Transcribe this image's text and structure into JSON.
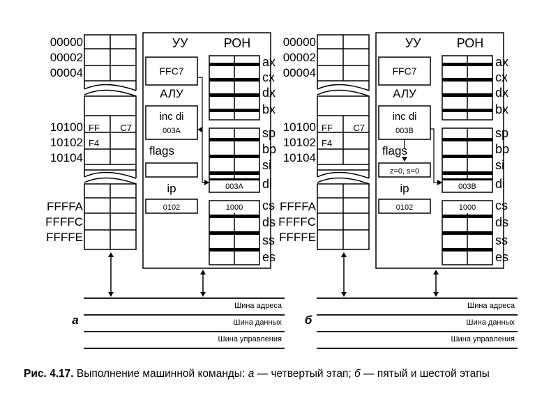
{
  "panels": [
    {
      "letter": "а",
      "addresses_top": [
        "00000",
        "00002",
        "00004"
      ],
      "addresses_mid": [
        "10100",
        "10102",
        "10104"
      ],
      "addresses_bottom": [
        "FFFFA",
        "FFFFC",
        "FFFFE"
      ],
      "cell_10100": [
        "FF",
        "C7"
      ],
      "cell_10102": [
        "F4",
        ""
      ],
      "uu_label": "УУ",
      "ron_label": "РОН",
      "uu_value": "FFC7",
      "alu_label": "АЛУ",
      "alu_instruction": "inc di",
      "alu_value": "003A",
      "flags_label": "flags",
      "flags_value": "",
      "ip_label": "ip",
      "ip_value": "0102",
      "registers": [
        "ax",
        "cx",
        "dx",
        "bx",
        "sp",
        "bp",
        "si",
        "di",
        "cs",
        "ds",
        "ss",
        "es"
      ],
      "di_value": "003A",
      "cs_value": "1000"
    },
    {
      "letter": "б",
      "addresses_top": [
        "00000",
        "00002",
        "00004"
      ],
      "addresses_mid": [
        "10100",
        "10102",
        "10104"
      ],
      "addresses_bottom": [
        "FFFFA",
        "FFFFC",
        "FFFFE"
      ],
      "cell_10100": [
        "FF",
        "C7"
      ],
      "cell_10102": [
        "F4",
        ""
      ],
      "uu_label": "УУ",
      "ron_label": "РОН",
      "uu_value": "FFC7",
      "alu_label": "АЛУ",
      "alu_instruction": "inc di",
      "alu_value": "003B",
      "flags_label": "flags",
      "flags_value": "z=0, s=0",
      "ip_label": "ip",
      "ip_value": "0102",
      "registers": [
        "ax",
        "cx",
        "dx",
        "bx",
        "sp",
        "bp",
        "si",
        "di",
        "cs",
        "ds",
        "ss",
        "es"
      ],
      "di_value": "003B",
      "cs_value": "1000"
    }
  ],
  "buses": [
    "Шина адреса",
    "Шина данных",
    "Шина управления"
  ],
  "caption": {
    "fig": "Рис. 4.17.",
    "part1": " Выполнение машинной команды: ",
    "a": "а",
    "part2": " — четвертый этап; ",
    "b": "б",
    "part3": " — пятый и шестой этапы"
  }
}
